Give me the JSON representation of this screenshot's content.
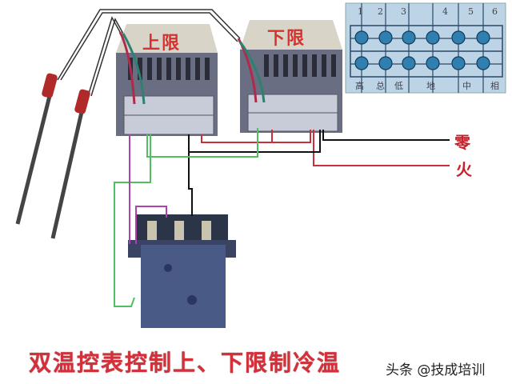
{
  "controllers": [
    {
      "label": "上限"
    },
    {
      "label": "下限"
    }
  ],
  "terminal_diagram": {
    "numbers": [
      "1",
      "2",
      "3",
      "4",
      "5",
      "6"
    ],
    "labels": [
      "高",
      "总",
      "低",
      "地",
      "中",
      "相"
    ]
  },
  "power_labels": {
    "neutral": "零",
    "live": "火"
  },
  "caption": "双温控表控制上、下限制冷温",
  "watermark": "头条 @技成培训",
  "colors": {
    "caption": "#d3303a",
    "panel": "#b9d3e6",
    "red_wire": "#c8303a",
    "green_wire": "#4fc060",
    "purple_wire": "#b040b0",
    "black_wire": "#111111"
  }
}
